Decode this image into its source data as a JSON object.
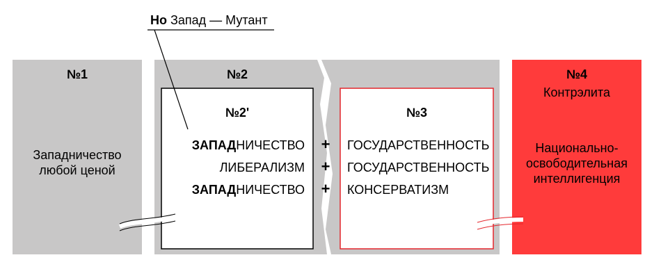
{
  "annotation": {
    "bold_part": "Но",
    "rest": " Запад — Мутант"
  },
  "panels": {
    "p1": {
      "number": "№1",
      "text_lines": [
        "Западничество",
        "любой ценой"
      ]
    },
    "p2": {
      "number": "№2",
      "inner_number": "№2'",
      "rows": [
        {
          "bold": "ЗАПАД",
          "normal": "НИЧЕСТВО"
        },
        {
          "bold": "",
          "normal": "ЛИБЕРАЛИЗМ"
        },
        {
          "bold": "ЗАПАД",
          "normal": "НИЧЕСТВО"
        }
      ]
    },
    "plus_signs": [
      "+",
      "+",
      "+"
    ],
    "p3": {
      "inner_number": "№3",
      "rows": [
        "ГОСУДАРСТВЕННОСТЬ",
        "ГОСУДАРСТВЕННОСТЬ",
        "КОНСЕРВАТИЗМ"
      ]
    },
    "p4": {
      "number": "№4",
      "subtitle": "Контрэлита",
      "text_lines": [
        "Национально-",
        "освободительная",
        "интеллигенция"
      ]
    }
  },
  "colors": {
    "gray": "#c8c7c7",
    "red": "#ff3b3b",
    "dark_red": "#e4262c",
    "frame": "#000000"
  }
}
